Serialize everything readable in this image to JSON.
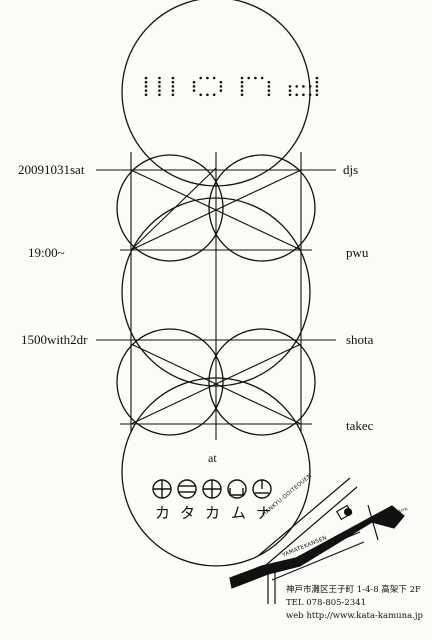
{
  "title": "mond",
  "event": {
    "date": "20091031sat",
    "time": "19:00~",
    "price": "1500with2dr"
  },
  "lineup": {
    "heading": "djs",
    "djs": [
      "pwu",
      "shota",
      "takec"
    ]
  },
  "venue": {
    "at": "at",
    "name_kana": [
      "カ",
      "タ",
      "カ",
      "ム",
      "ナ"
    ]
  },
  "map": {
    "roads": [
      "HANKYU-DOITEOUEN",
      "YAMATEKANSEN"
    ],
    "station_label": "SANNOMIYA"
  },
  "contact": {
    "address": "神戸市灘区王子町 1-4-8 高架下 2F",
    "tel": "TEL 078-805-2341",
    "web": "web http://www.kata-kamuna.jp"
  }
}
